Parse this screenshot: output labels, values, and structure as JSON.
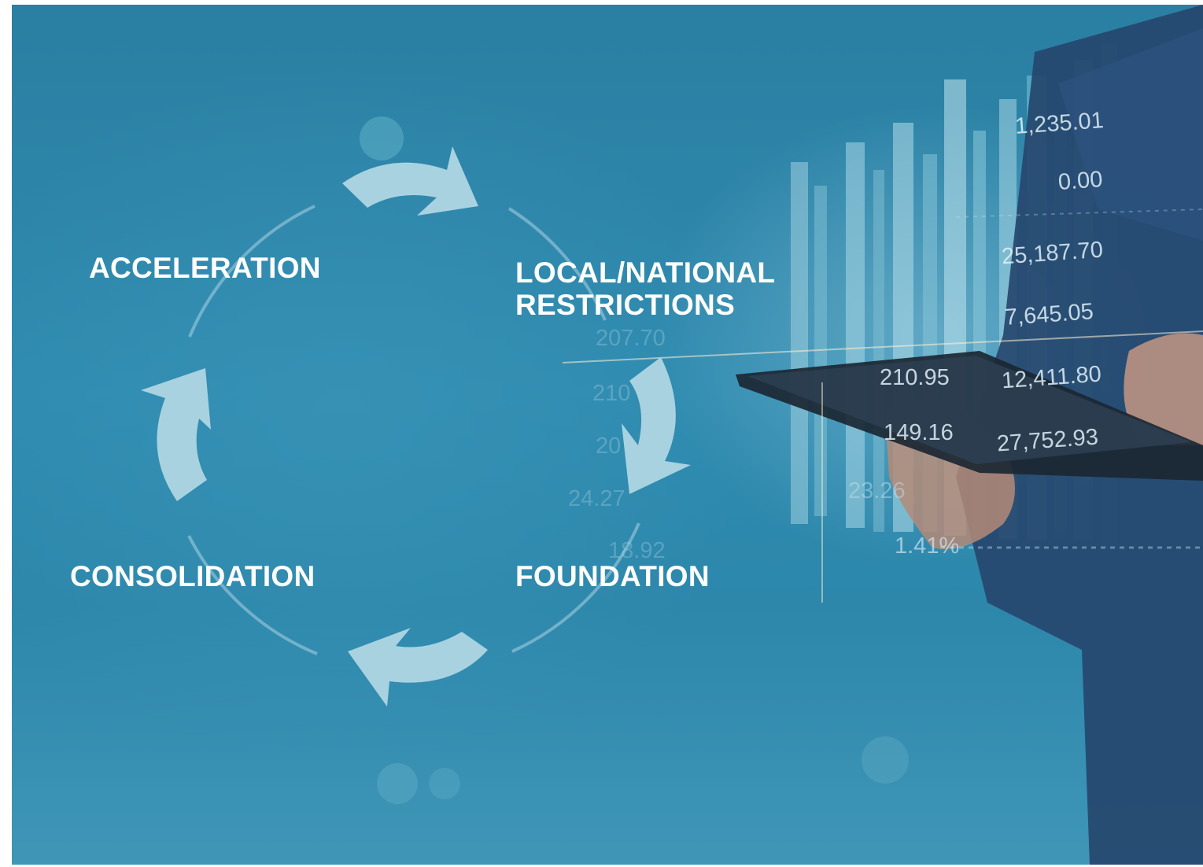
{
  "cycle": {
    "stages": [
      {
        "label": "LOCAL/NATIONAL RESTRICTIONS"
      },
      {
        "label": "FOUNDATION"
      },
      {
        "label": "CONSOLIDATION"
      },
      {
        "label": "ACCELERATION"
      }
    ]
  },
  "background": {
    "tablet_values": {
      "v1": "1,235.01",
      "v2": "0.00",
      "v3": "25,187.70",
      "v4": "7,645.05",
      "v5": "12,411.80",
      "v6": "27,752.93",
      "v7": "210.95",
      "v8": "149.16",
      "v9": "23.26",
      "v10": "1.41%"
    },
    "faint_values": {
      "f1": "207.70",
      "f2": "210",
      "f3": "20",
      "f4": "24.27",
      "f5": "18.92"
    }
  },
  "colors": {
    "arrow": "#a9d2e1",
    "ring": "#a9d2e1",
    "background": "#2c87ab"
  }
}
